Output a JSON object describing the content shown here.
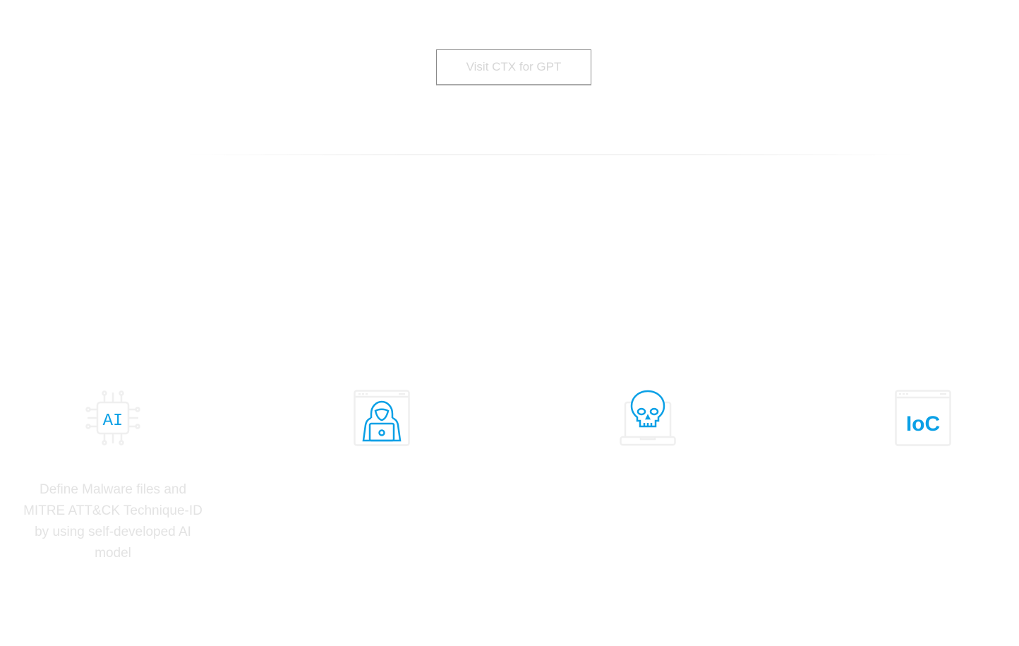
{
  "cta": {
    "label": "Visit CTX for GPT"
  },
  "features": [
    {
      "icon": "ai-chip-icon",
      "label": "AI",
      "description": "Define Malware files and MITRE ATT&CK Technique-ID by using self-developed AI model"
    },
    {
      "icon": "hacker-icon",
      "description": ""
    },
    {
      "icon": "skull-laptop-icon",
      "description": ""
    },
    {
      "icon": "ioc-icon",
      "label": "IoC",
      "description": ""
    }
  ],
  "colors": {
    "accent": "#0aa0e6",
    "muted": "#efefef"
  }
}
